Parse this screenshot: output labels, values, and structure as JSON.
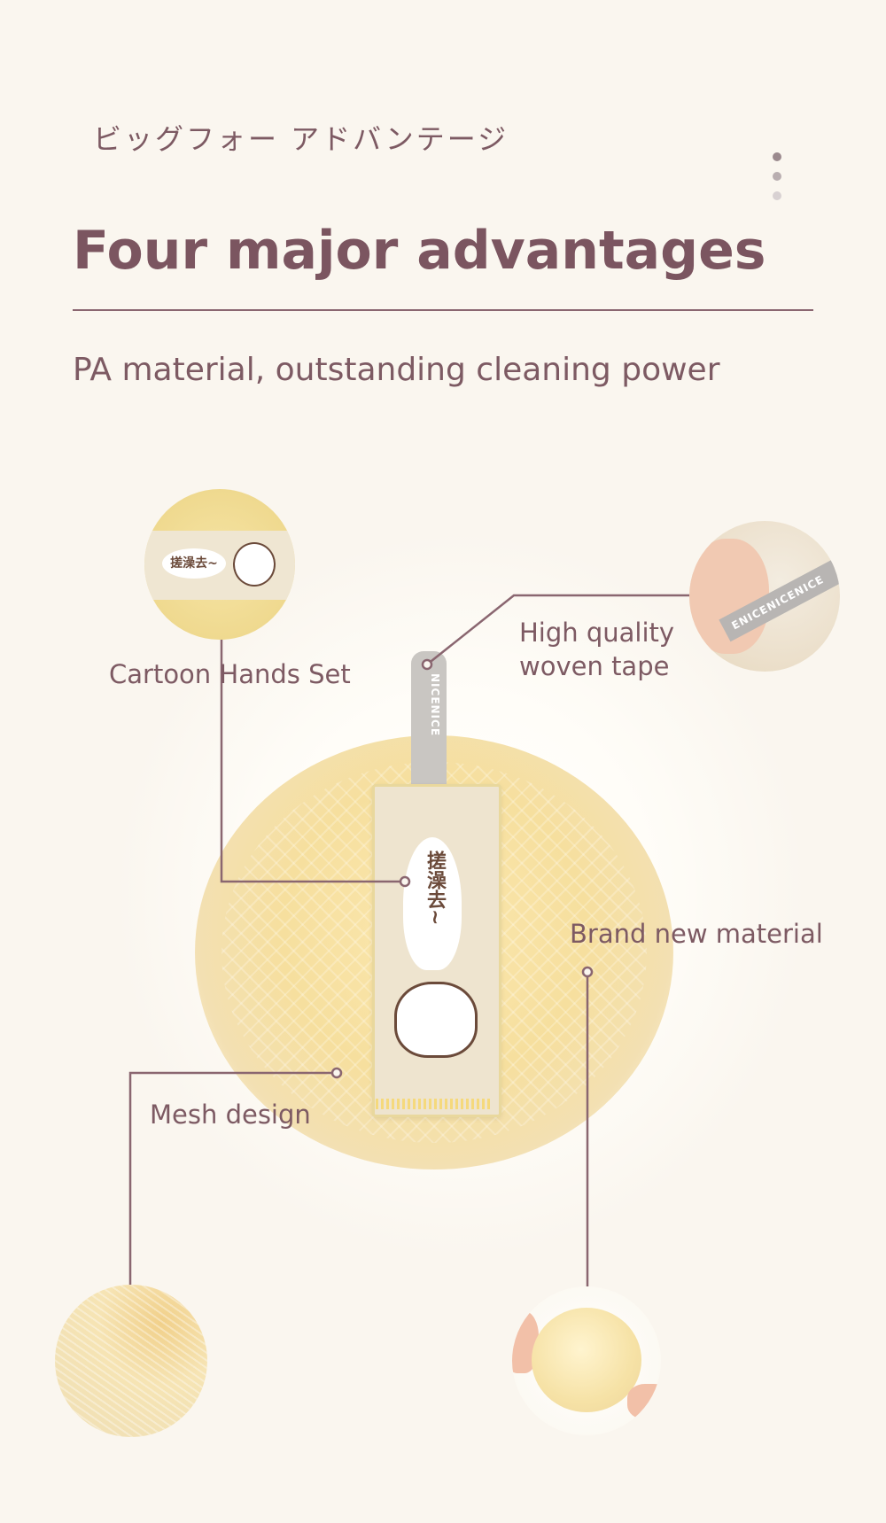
{
  "header": {
    "jp_subtitle": "ビッグフォー アドバンテージ",
    "title": "Four major advantages",
    "subtitle": "PA material, outstanding cleaning power"
  },
  "product": {
    "loop_text": "NICENICE",
    "tag_bubble_text": "搓澡去~"
  },
  "callouts": {
    "cartoon": "Cartoon Hands Set",
    "tape_line1": "High quality",
    "tape_line2": "woven tape",
    "material": "Brand new material",
    "mesh": "Mesh design"
  },
  "thumbnails": {
    "cartoon_bubble": "搓澡去~",
    "strap_text": "ENICENICENICE"
  },
  "colors": {
    "accent": "#7b5560",
    "background": "#faf6ef",
    "puff": "#f6df9e"
  }
}
